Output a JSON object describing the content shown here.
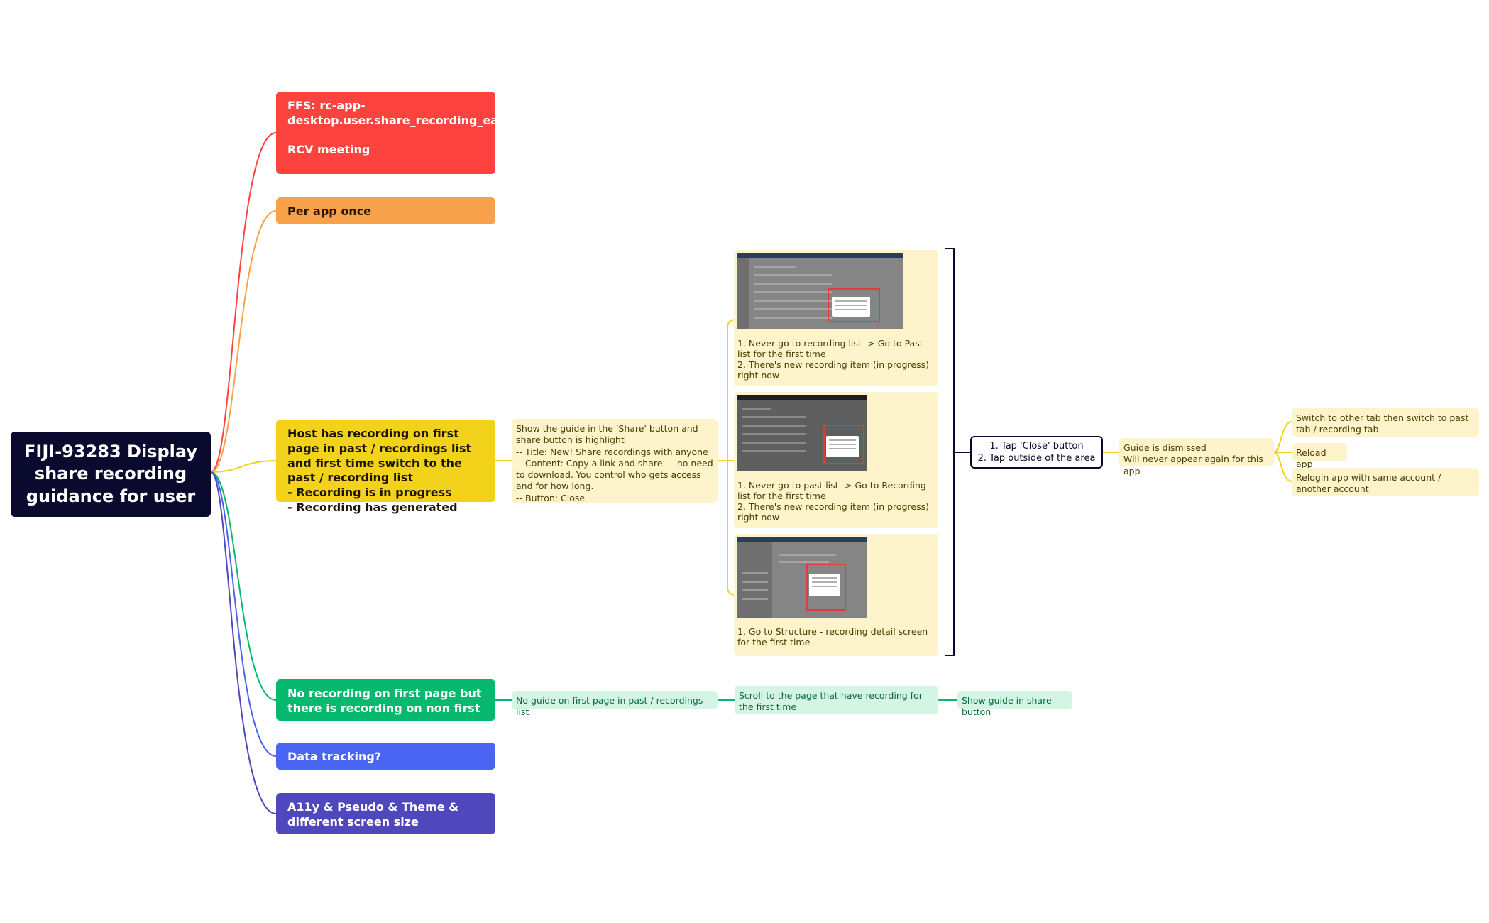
{
  "root": {
    "title": "FIJI-93283 Display share recording guidance for user"
  },
  "branches": {
    "ffs": "FFS: rc-app-desktop.user.share_recording_easily\n\nRCV meeting",
    "per_app": "Per app once",
    "host": "Host has recording on first page in past / recordings list and first time switch to the past / recording list\n- Recording is in progress\n- Recording has generated",
    "no_recording": "No recording on first page but there is recording on non first page",
    "tracking": "Data tracking?",
    "a11y": "A11y & Pseudo & Theme & different screen size"
  },
  "host_branch": {
    "guide_note": "Show the guide in the 'Share' button and share button is highlight\n-- Title: New! Share recordings with anyone\n-- Content: Copy a link and share — no need to download. You control who gets access and for how long.\n-- Button: Close",
    "scenarios": [
      {
        "text": "1. Never go to recording list -> Go to Past list for the first time\n2. There's new recording item (in progress) right now"
      },
      {
        "text": "1. Never go to past list -> Go to Recording list for the first time\n2. There's new recording item (in progress) right now"
      },
      {
        "text": "1. Go to Structure - recording detail screen for the first time"
      }
    ],
    "dismiss_condition": "1. Tap 'Close' button\n2. Tap outside of the area",
    "dismiss_result": "Guide is dismissed\nWill never appear again for this app",
    "reappear_cases": [
      "Switch to other tab then switch to past tab / recording tab",
      "Reload app",
      "Relogin app with same account / another account"
    ]
  },
  "no_recording_branch": {
    "step1": "No guide on first page in past / recordings list",
    "step2": "Scroll to the page that have recording for the first time",
    "step3": "Show guide in share button"
  },
  "colors": {
    "root": "#0a0a2e",
    "red": "#fc433f",
    "orange": "#f7a14b",
    "yellow": "#f3d21b",
    "green": "#07b86f",
    "blue": "#4a65f2",
    "purple": "#4f48bd",
    "yellow_note": "#fdf4cc",
    "green_note": "#d4f4e4"
  }
}
